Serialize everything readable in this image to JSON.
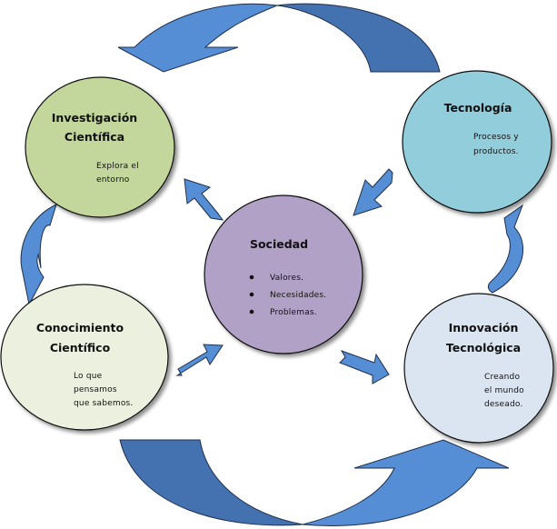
{
  "diagram": {
    "nodes": {
      "investigacion": {
        "title_lines": [
          "Investigación",
          "Científica"
        ],
        "body_lines": [
          "Explora el",
          "entorno"
        ],
        "color": "#c3d69b"
      },
      "tecnologia": {
        "title_lines": [
          "Tecnología"
        ],
        "body_lines": [
          "Procesos y",
          "productos."
        ],
        "color": "#92cddc"
      },
      "sociedad": {
        "title_lines": [
          "Sociedad"
        ],
        "bullets": [
          "Valores.",
          "Necesidades.",
          "Problemas."
        ],
        "color": "#b2a1c7"
      },
      "conocimiento": {
        "title_lines": [
          "Conocimiento",
          "Científico"
        ],
        "body_lines": [
          "Lo que",
          "pensamos",
          "que sabemos."
        ],
        "color": "#ebf1de"
      },
      "innovacion": {
        "title_lines": [
          "Innovación",
          "Tecnológica"
        ],
        "body_lines": [
          "Creando",
          "el mundo",
          "deseado."
        ],
        "color": "#dbe5f1"
      }
    },
    "arrow_colors": {
      "light": "#558ed5",
      "dark": "#4472b0",
      "outline": "#1f2f4a"
    },
    "edges": [
      {
        "from": "Tecnología",
        "to": "Investigación Científica"
      },
      {
        "from": "Investigación Científica",
        "to": "Conocimiento Científico"
      },
      {
        "from": "Conocimiento Científico",
        "to": "Innovación Tecnológica"
      },
      {
        "from": "Innovación Tecnológica",
        "to": "Tecnología"
      },
      {
        "from": "Sociedad",
        "to": "Investigación Científica"
      },
      {
        "from": "Tecnología",
        "to": "Sociedad"
      },
      {
        "from": "Conocimiento Científico",
        "to": "Sociedad"
      },
      {
        "from": "Sociedad",
        "to": "Innovación Tecnológica"
      }
    ]
  }
}
